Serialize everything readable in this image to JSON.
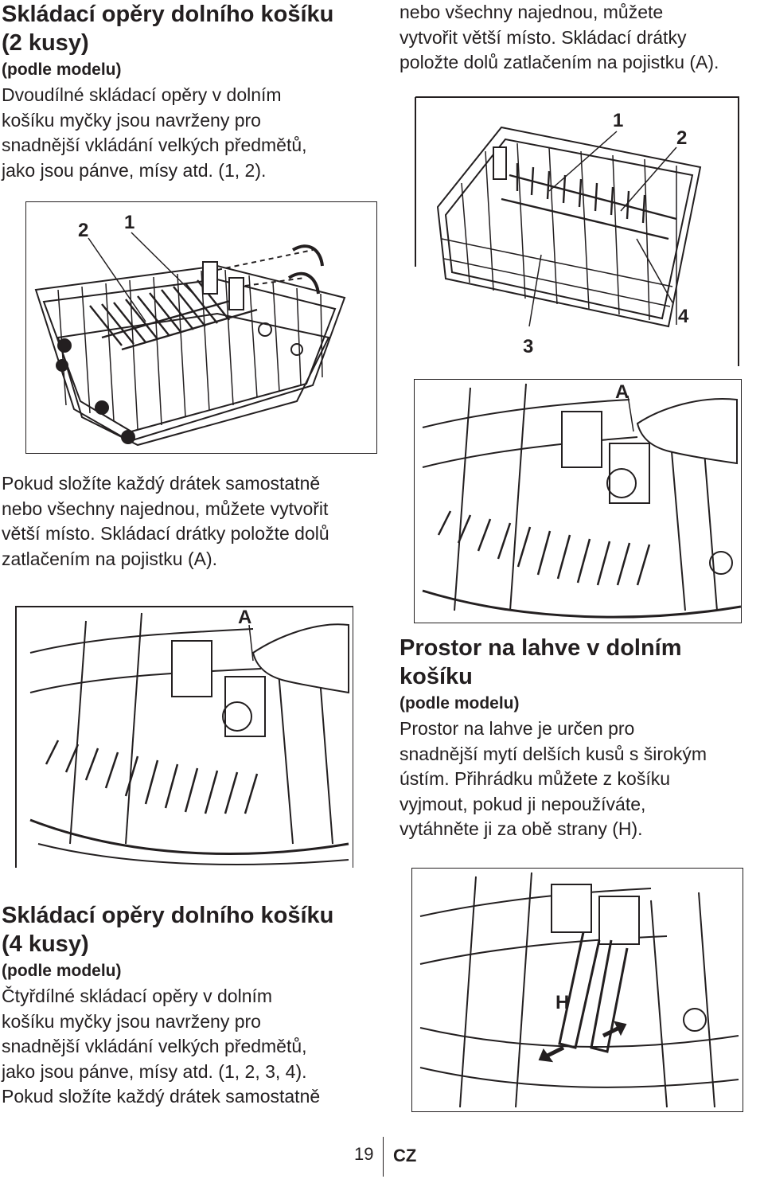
{
  "sections": {
    "two_piece": {
      "title_line1": "Skládací opěry dolního košíku",
      "title_line2": "(2 kusy)",
      "model_note": "(podle modelu)",
      "body": [
        "Dvoudílné skládací opěry v dolním",
        "košíku myčky jsou navrženy pro",
        "snadnější vkládání velkých předmětů,",
        "jako jsou pánve, mísy atd. (1, 2)."
      ],
      "continued": [
        "Pokud složíte každý drátek samostatně",
        "nebo všechny najednou, můžete vytvořit",
        "větší místo. Skládací drátky položte dolů",
        "zatlačením na pojistku (A)."
      ]
    },
    "four_piece": {
      "title_line1": "Skládací opěry dolního košíku",
      "title_line2": "(4 kusy)",
      "model_note": "(podle modelu)",
      "body": [
        "Čtyřdílné skládací opěry v dolním",
        "košíku myčky jsou navrženy pro",
        "snadnější vkládání velkých předmětů,",
        "jako jsou pánve, mísy atd. (1, 2, 3, 4).",
        "Pokud složíte každý drátek samostatně"
      ],
      "continued": [
        "nebo všechny najednou, můžete",
        "vytvořit větší místo. Skládací drátky",
        "položte dolů zatlačením na pojistku (A)."
      ]
    },
    "bottle": {
      "title_line1": "Prostor na lahve v dolním",
      "title_line2": "košíku",
      "model_note": "(podle modelu)",
      "body": [
        "Prostor na lahve je určen pro",
        "snadnější mytí delších kusů s širokým",
        "ústím. Přihrádku můžete z košíku",
        "vyjmout, pokud ji nepoužíváte,",
        "vytáhněte ji za obě strany (H)."
      ]
    }
  },
  "figures": {
    "basket_two": {
      "callouts": [
        "2",
        "1"
      ]
    },
    "basket_four": {
      "callouts": [
        "1",
        "2",
        "3",
        "4"
      ]
    },
    "latch_left": {
      "callouts": [
        "A"
      ]
    },
    "latch_right": {
      "callouts": [
        "A"
      ]
    },
    "bottle_rack": {
      "callouts": [
        "H"
      ]
    }
  },
  "footer": {
    "page_number": "19",
    "language": "CZ"
  }
}
